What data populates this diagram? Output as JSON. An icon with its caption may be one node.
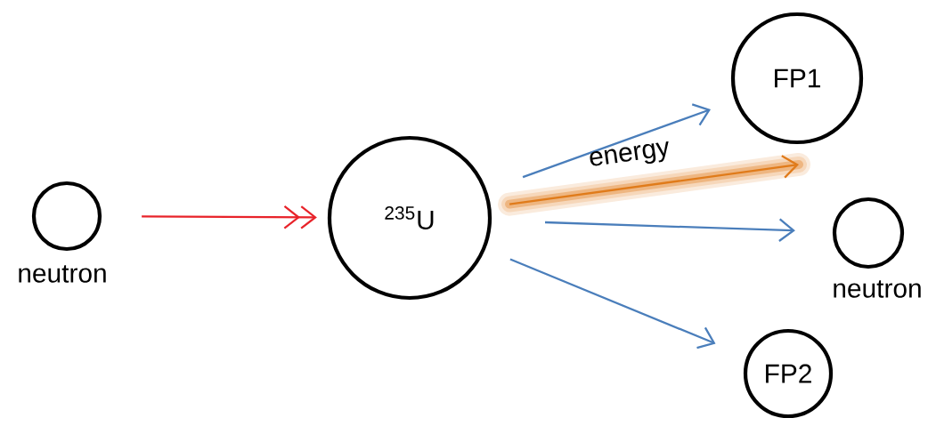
{
  "diagram": {
    "nodes": [
      {
        "text": [],
        "shape": "circle",
        "beside": [
          "neutron"
        ]
      },
      {
        "text": [
          "$^{235}$U"
        ]
      },
      {
        "text": [
          "FP1"
        ]
      },
      {
        "text": [],
        "shape": "circle",
        "beside": [
          "neutron"
        ]
      },
      {
        "text": [
          "FP2"
        ]
      }
    ],
    "edges": [
      {
        "from": 0,
        "to": 1,
        "arrow": "to",
        "color": "#e8232a"
      },
      {
        "from": 1,
        "to": 2,
        "arrow": "to"
      },
      {
        "from": 1,
        "to": null,
        "arrow": "to",
        "label": "energy",
        "color": "#e07b1a"
      },
      {
        "from": 1,
        "to": 3,
        "arrow": "to"
      },
      {
        "from": 1,
        "to": 4,
        "arrow": "to"
      }
    ]
  }
}
